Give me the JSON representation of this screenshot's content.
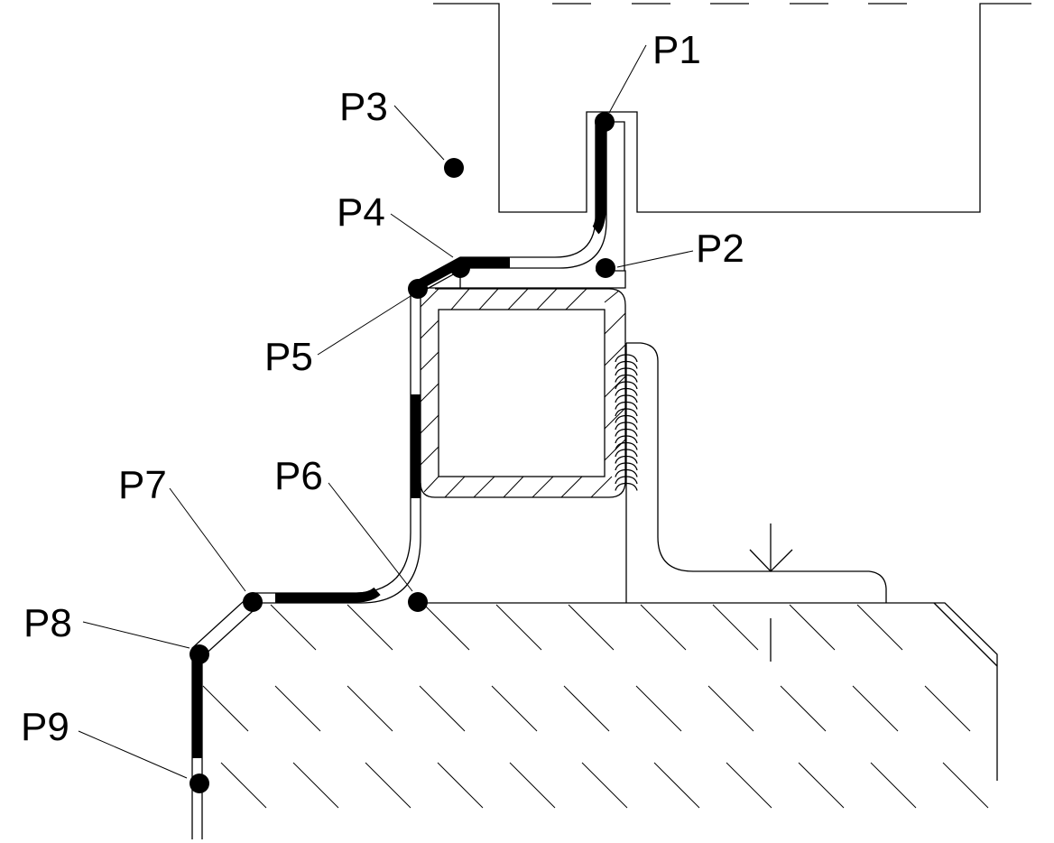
{
  "diagram": {
    "description": "Cross-section of a weld/seal joint with measurement points along a profile",
    "colors": {
      "line": "#000000",
      "background": "#ffffff"
    },
    "points": [
      {
        "id": "P1",
        "label": "P1"
      },
      {
        "id": "P2",
        "label": "P2"
      },
      {
        "id": "P3",
        "label": "P3"
      },
      {
        "id": "P4",
        "label": "P4"
      },
      {
        "id": "P5",
        "label": "P5"
      },
      {
        "id": "P6",
        "label": "P6"
      },
      {
        "id": "P7",
        "label": "P7"
      },
      {
        "id": "P8",
        "label": "P8"
      },
      {
        "id": "P9",
        "label": "P9"
      }
    ]
  }
}
